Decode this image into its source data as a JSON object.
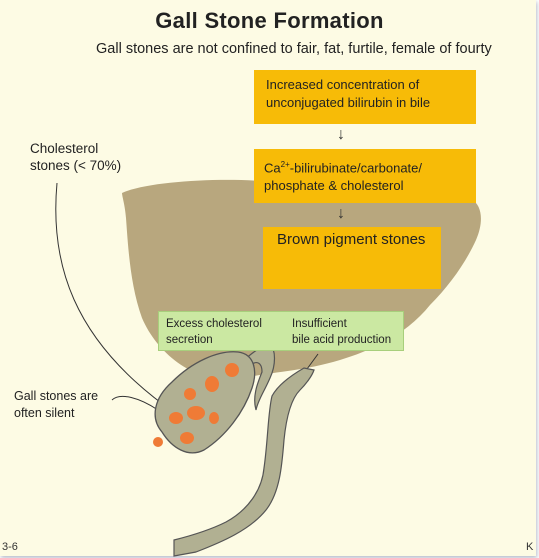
{
  "title": "Gall Stone Formation",
  "subtitle": "Gall stones are not confined to fair, fat, furtile, female of fourty",
  "flow": {
    "box1": [
      "Increased concentration of",
      "unconjugated bilirubin in bile"
    ],
    "box2_prefix": "Ca",
    "box2_super": "2+",
    "box2_line1_rest": "-bilirubinate/carbonate/",
    "box2_line2": "phosphate & cholesterol",
    "box3": "Brown pigment stones",
    "arrow_glyph": "↓"
  },
  "labels": {
    "cholesterol_stones": [
      "Cholesterol",
      "stones (< 70%)"
    ],
    "silent": [
      "Gall stones are",
      "often silent"
    ],
    "excess": [
      "Excess cholesterol",
      "secretion"
    ],
    "insufficient": [
      "Insufficient",
      "bile acid production"
    ]
  },
  "footer": {
    "left": "3-6",
    "right": "K"
  },
  "colors": {
    "liver": "#b8a77e",
    "gallbladder": "#b1b092",
    "stone_orange": "#ef7b36",
    "pigment_stone": "#7d6a55",
    "box_yellow": "#f7bb07",
    "box_green": "#cbe8a2"
  }
}
